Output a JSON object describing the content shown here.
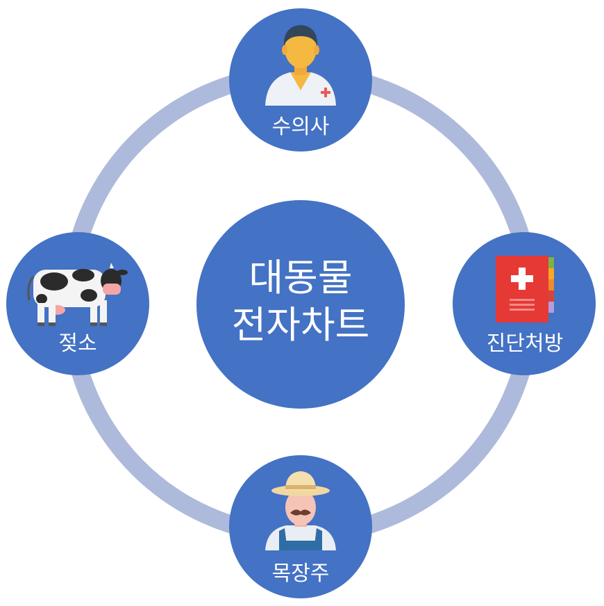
{
  "center": {
    "line1": "대동물",
    "line2": "전자차트"
  },
  "nodes": {
    "top": {
      "label": "수의사",
      "icon": "veterinarian-icon"
    },
    "right": {
      "label": "진단처방",
      "icon": "medical-record-book-icon"
    },
    "bottom": {
      "label": "목장주",
      "icon": "farmer-icon"
    },
    "left": {
      "label": "젖소",
      "icon": "dairy-cow-icon"
    }
  },
  "colors": {
    "node_fill": "#4472C4",
    "ring": "#AEBADB",
    "text": "#FFFFFF"
  }
}
